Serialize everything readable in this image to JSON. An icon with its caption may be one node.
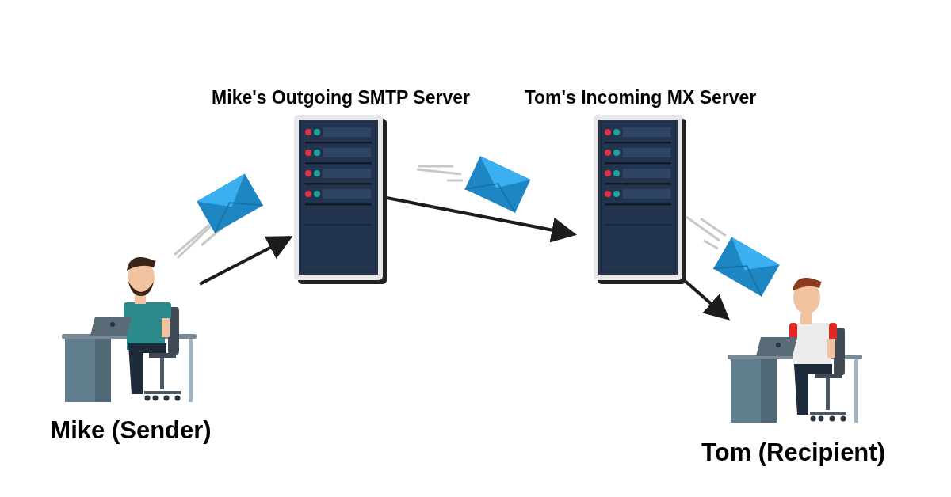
{
  "diagram": {
    "nodes": [
      {
        "text": [
          "Mike (Sender)"
        ]
      },
      {
        "text": [
          "Mike's Outgoing SMTP Server"
        ]
      },
      {
        "text": [
          "Tom's Incoming MX Server"
        ]
      },
      {
        "text": [
          "Tom (Recipient)"
        ]
      }
    ],
    "edges": [
      {
        "from": 0,
        "to": 1,
        "arrow": "to"
      },
      {
        "from": 1,
        "to": 2,
        "arrow": "to"
      },
      {
        "from": 2,
        "to": 3,
        "arrow": "to"
      }
    ]
  }
}
